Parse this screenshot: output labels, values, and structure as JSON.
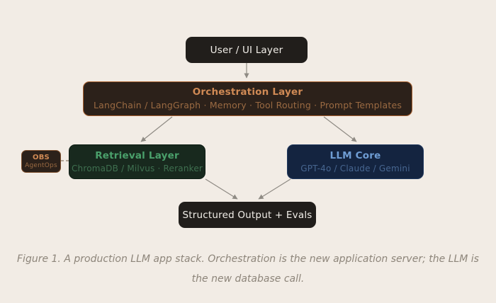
{
  "diagram": {
    "nodes": {
      "user_ui": {
        "label": "User / UI Layer"
      },
      "orchestration": {
        "title": "Orchestration Layer",
        "subtitle": "LangChain / LangGraph · Memory · Tool Routing · Prompt Templates"
      },
      "retrieval": {
        "title": "Retrieval Layer",
        "subtitle": "ChromaDB / Milvus · Reranker"
      },
      "llm_core": {
        "title": "LLM Core",
        "subtitle": "GPT-4o / Claude / Gemini"
      },
      "obs": {
        "title": "OBS",
        "subtitle": "AgentOps"
      },
      "structured_output": {
        "label": "Structured Output + Evals"
      }
    },
    "edges": [
      {
        "from": "user_ui",
        "to": "orchestration",
        "style": "solid-arrow"
      },
      {
        "from": "orchestration",
        "to": "retrieval",
        "style": "solid-arrow"
      },
      {
        "from": "orchestration",
        "to": "llm_core",
        "style": "solid-arrow"
      },
      {
        "from": "retrieval",
        "to": "structured_output",
        "style": "solid-arrow"
      },
      {
        "from": "llm_core",
        "to": "structured_output",
        "style": "solid-arrow"
      },
      {
        "from": "obs",
        "to": "retrieval",
        "style": "dashed"
      }
    ],
    "caption": {
      "line1": "Figure 1. A production LLM app stack. Orchestration is the new application server; the LLM is",
      "line2": "the new database call."
    }
  },
  "colors": {
    "background": "#f2ece5",
    "neutral_node_bg": "#211e1b",
    "neutral_node_text": "#f2efe9",
    "orchestration_bg": "#2c211a",
    "orchestration_border": "#a8602f",
    "orchestration_title": "#d08a55",
    "orchestration_subtitle": "#9a6a42",
    "retrieval_bg": "#18291e",
    "retrieval_title": "#4aa06b",
    "retrieval_subtitle": "#3f7050",
    "llm_bg": "#142440",
    "llm_title": "#6f9dd4",
    "llm_subtitle": "#476690",
    "obs_border": "#7d4e2c",
    "arrow": "#8f8b84",
    "caption_text": "#8d857a"
  }
}
